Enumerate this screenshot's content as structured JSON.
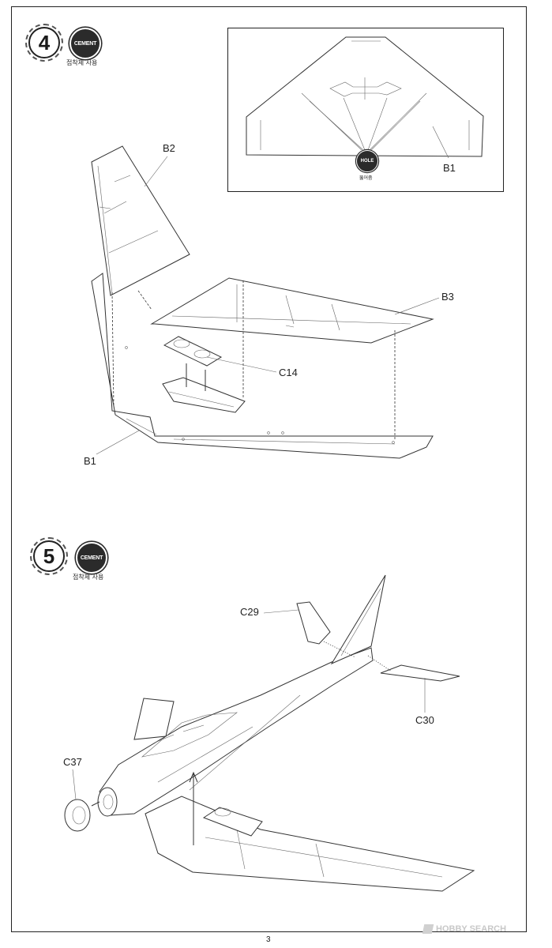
{
  "steps": [
    {
      "number": "4",
      "badge": {
        "label": "CEMENT",
        "caption": "접착제 사용"
      },
      "inset": {
        "hole_badge": {
          "label": "HOLE",
          "caption": "뚫어줌"
        },
        "callout": "B1"
      },
      "callouts": {
        "b2": "B2",
        "b3": "B3",
        "c14": "C14",
        "b1": "B1"
      }
    },
    {
      "number": "5",
      "badge": {
        "label": "CEMENT",
        "caption": "접착제 사용"
      },
      "callouts": {
        "c29": "C29",
        "c30": "C30",
        "c37": "C37"
      }
    }
  ],
  "footer": {
    "page_number": "3",
    "watermark": "HOBBY SEARCH",
    "watermark_icon": "hobby-search-logo-icon"
  }
}
